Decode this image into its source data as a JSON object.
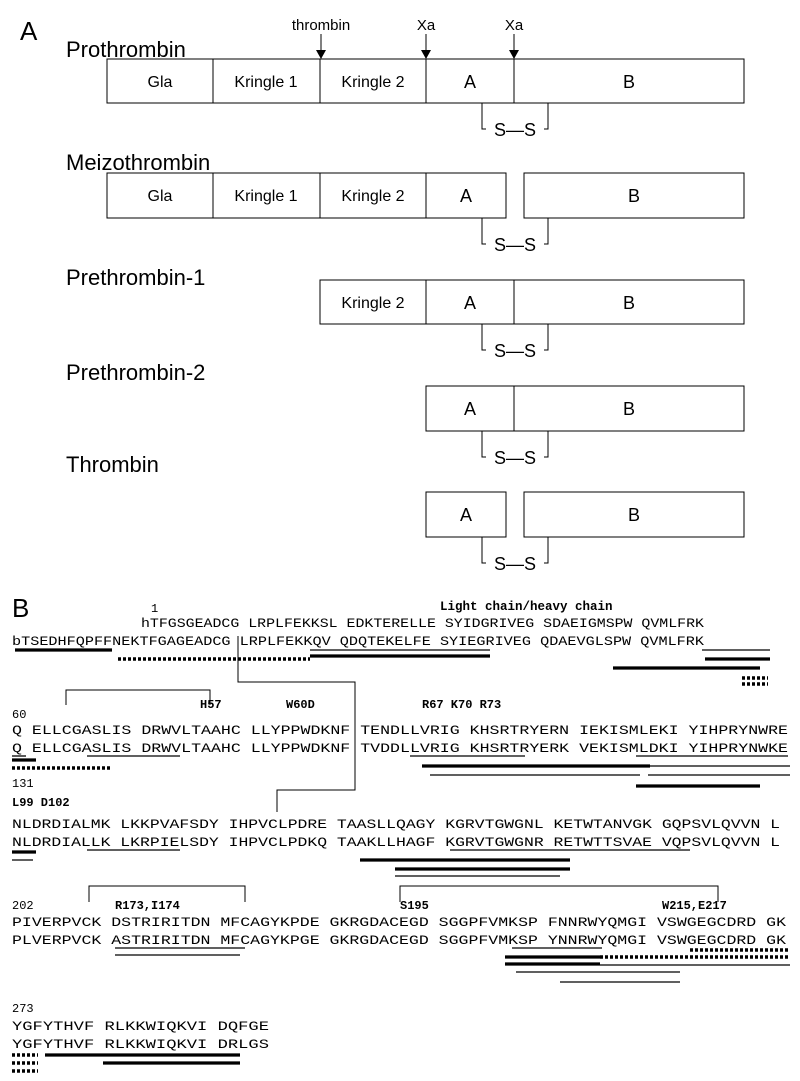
{
  "panel_a": {
    "label": "A",
    "cleavage_labels": [
      "thrombin",
      "Xa",
      "Xa"
    ],
    "disulfide": "S—S",
    "forms": [
      {
        "name": "Prothrombin",
        "domains": [
          "Gla",
          "Kringle 1",
          "Kringle 2",
          "A",
          "B"
        ]
      },
      {
        "name": "Meizothrombin",
        "domains": [
          "Gla",
          "Kringle 1",
          "Kringle 2",
          "A",
          "B"
        ]
      },
      {
        "name": "Prethrombin-1",
        "domains": [
          "Kringle 2",
          "A",
          "B"
        ]
      },
      {
        "name": "Prethrombin-2",
        "domains": [
          "A",
          "B"
        ]
      },
      {
        "name": "Thrombin",
        "domains": [
          "A",
          "B"
        ]
      }
    ]
  },
  "panel_b": {
    "label": "B",
    "blocks": [
      {
        "number": "1",
        "annotations": [
          "Light chain/heavy chain"
        ],
        "h_line": "hTFGSGEADCG LRPLFEKKSL EDKTERELLE SYIDGRIVEG SDAEIGMSPW QVMLFRK",
        "b_line": "bTSEDHFQPFFNEKTFGAGEADCG LRPLFEKKQV QDQTEKELFE SYIEGRIVEG QDAEVGLSPW QVMLFRK"
      },
      {
        "number": "60",
        "annotations": [
          "H57",
          "W60D",
          "R67 K70 R73"
        ],
        "h_line": "Q ELLCGASLIS DRWVLTAAHC LLYPPWDKNF TENDLLVRIG KHSRTRYERN IEKISMLEKI YIHPRYNWRE",
        "b_line": "Q ELLCGASLIS DRWVLTAAHC LLYPPWDKNF TVDDLLVRIG KHSRTRYERK VEKISMLDKI YIHPRYNWKE"
      },
      {
        "number": "131",
        "annotations": [
          "L99 D102"
        ],
        "h_line": "NLDRDIALMK LKKPVAFSDY IHPVCLPDRE TAASLLQAGY KGRVTGWGNL KETWTANVGK GQPSVLQVVN L",
        "b_line": "NLDRDIALLK LKRPIELSDY IHPVCLPDKQ TAAKLLHAGF KGRVTGWGNR RETWTTSVAE VQPSVLQVVN L"
      },
      {
        "number": "202",
        "annotations": [
          "R173,I174",
          "S195",
          "W215,E217"
        ],
        "h_line": "PIVERPVCK DSTRIRITDN MFCAGYKPDE GKRGDACEGD SGGPFVMKSP FNNRWYQMGI VSWGEGCDRD GK",
        "b_line": "PLVERPVCK ASTRIRITDN MFCAGYKPGE GKRGDACEGD SGGPFVMKSP YNNRWYQMGI VSWGEGCDRD GK"
      },
      {
        "number": "273",
        "annotations": [],
        "h_line": "YGFYTHVF RLKKWIQKVI DQFGE",
        "b_line": "YGFYTHVF RLKKWIQKVI DRLGS"
      }
    ]
  }
}
